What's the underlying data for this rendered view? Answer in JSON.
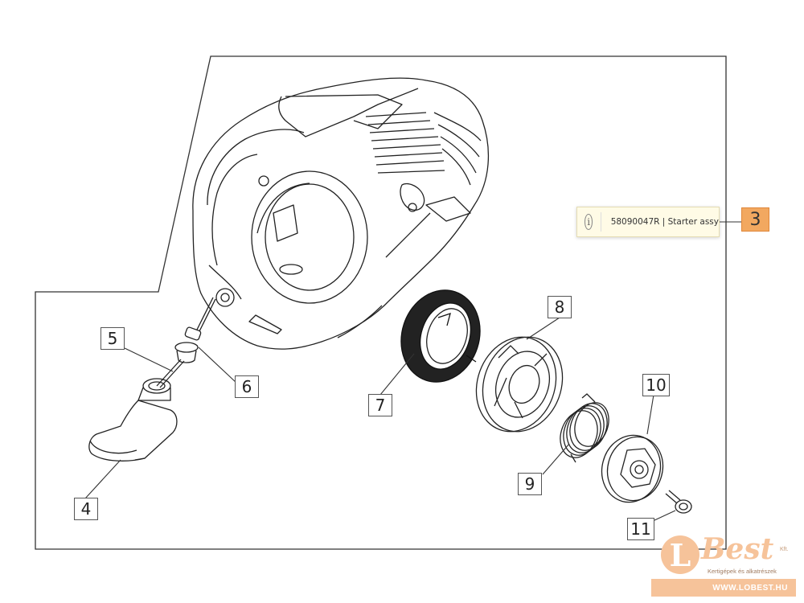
{
  "callouts": {
    "c3": "3",
    "c4": "4",
    "c5": "5",
    "c6": "6",
    "c7": "7",
    "c8": "8",
    "c9": "9",
    "c10": "10",
    "c11": "11"
  },
  "tooltip": {
    "icon": "info-icon",
    "text": "58090047R | Starter assy"
  },
  "logo": {
    "mark": "L",
    "brand": "Best",
    "suffix": "Kft.",
    "tagline": "Kertigépek és alkatrészek",
    "url": "WWW.LOBEST.HU",
    "color": "#f6c39a"
  },
  "colors": {
    "active_callout": "#f2a860",
    "tooltip_bg": "#fffbe6"
  }
}
